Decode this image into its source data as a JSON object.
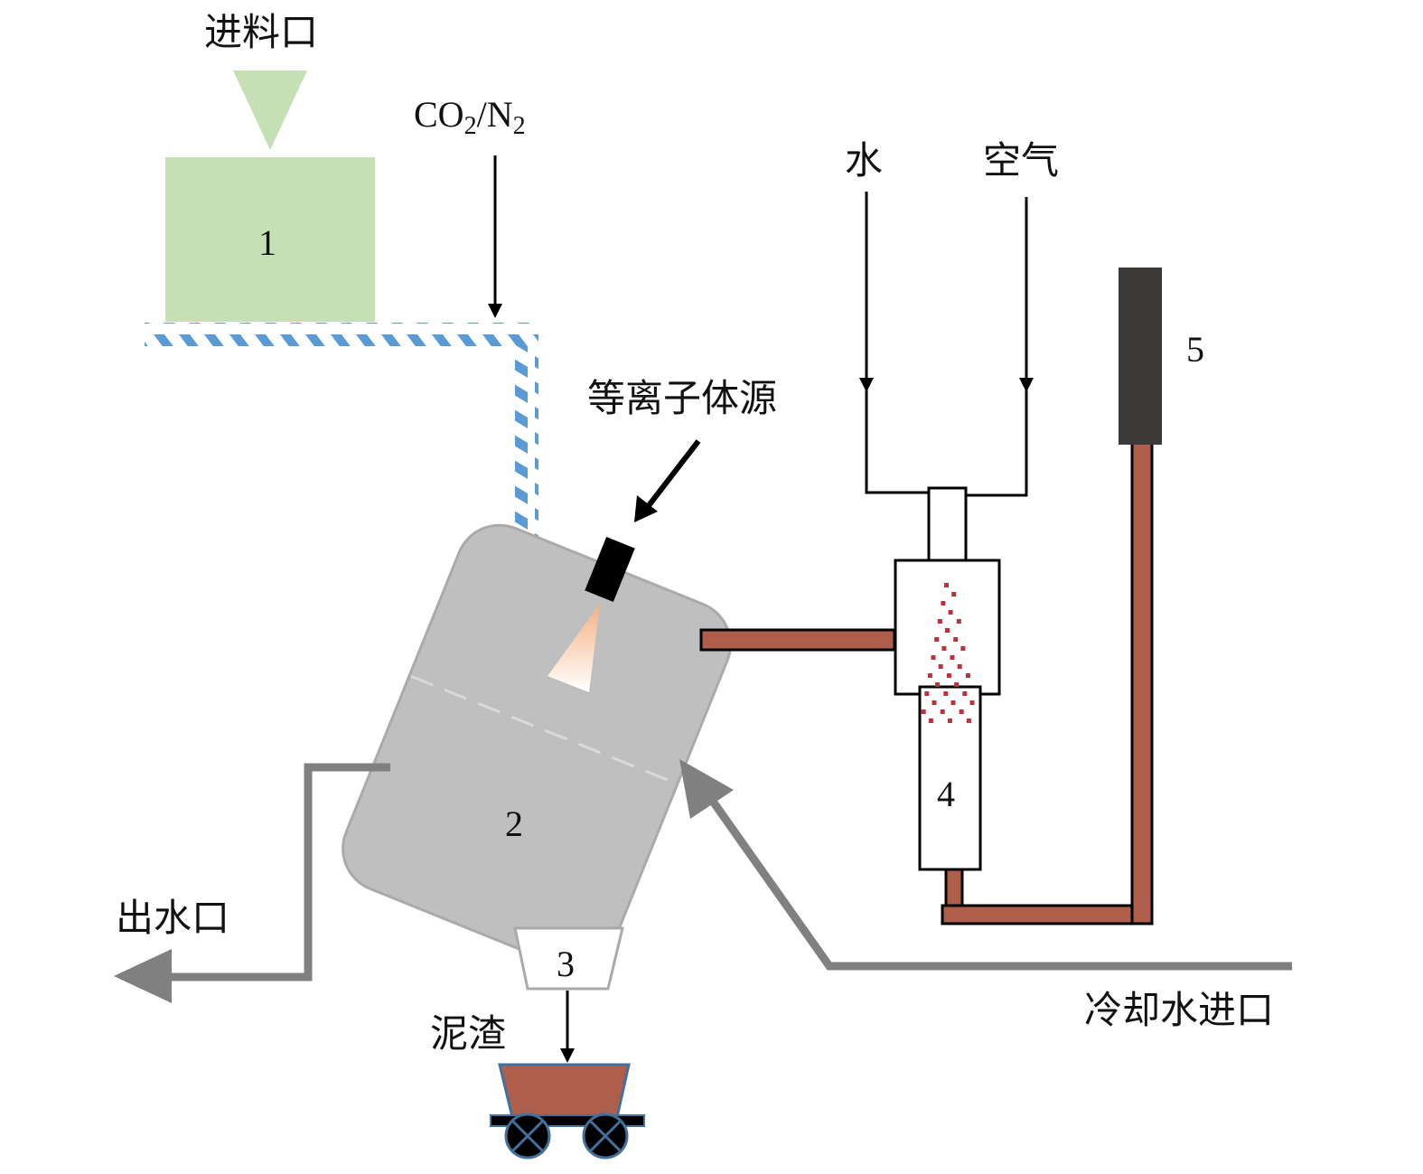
{
  "title": "Plasma sludge treatment process schematic",
  "labels": {
    "feed_inlet": "进料口",
    "gas": {
      "base1": "CO",
      "sub1": "2",
      "slash": "/N",
      "sub2": "2"
    },
    "plasma_source": "等离子体源",
    "water": "水",
    "air": "空气",
    "water_outlet": "出水口",
    "sludge_residue": "泥渣",
    "cooling_water_inlet": "冷却水进口"
  },
  "components": [
    {
      "id": "1",
      "label": "1",
      "role": "feed hopper"
    },
    {
      "id": "2",
      "label": "2",
      "role": "reactor tank"
    },
    {
      "id": "3",
      "label": "3",
      "role": "slag discharge"
    },
    {
      "id": "4",
      "label": "4",
      "role": "spray/atomizer column"
    },
    {
      "id": "5",
      "label": "5",
      "role": "stack"
    }
  ],
  "colors": {
    "hopper_green": "#c5e0b4",
    "pipe_blue": "#5b9bd5",
    "tank_gray": "#bfbfbf",
    "tank_edge": "#aaaaaa",
    "copper_pipe": "#ae5e4a",
    "stack_dark": "#3b3a38",
    "flow_gray": "#808080",
    "spray_red": "#c0303a",
    "flame_orange": "#f4b183",
    "cart_outline": "#41719c"
  }
}
